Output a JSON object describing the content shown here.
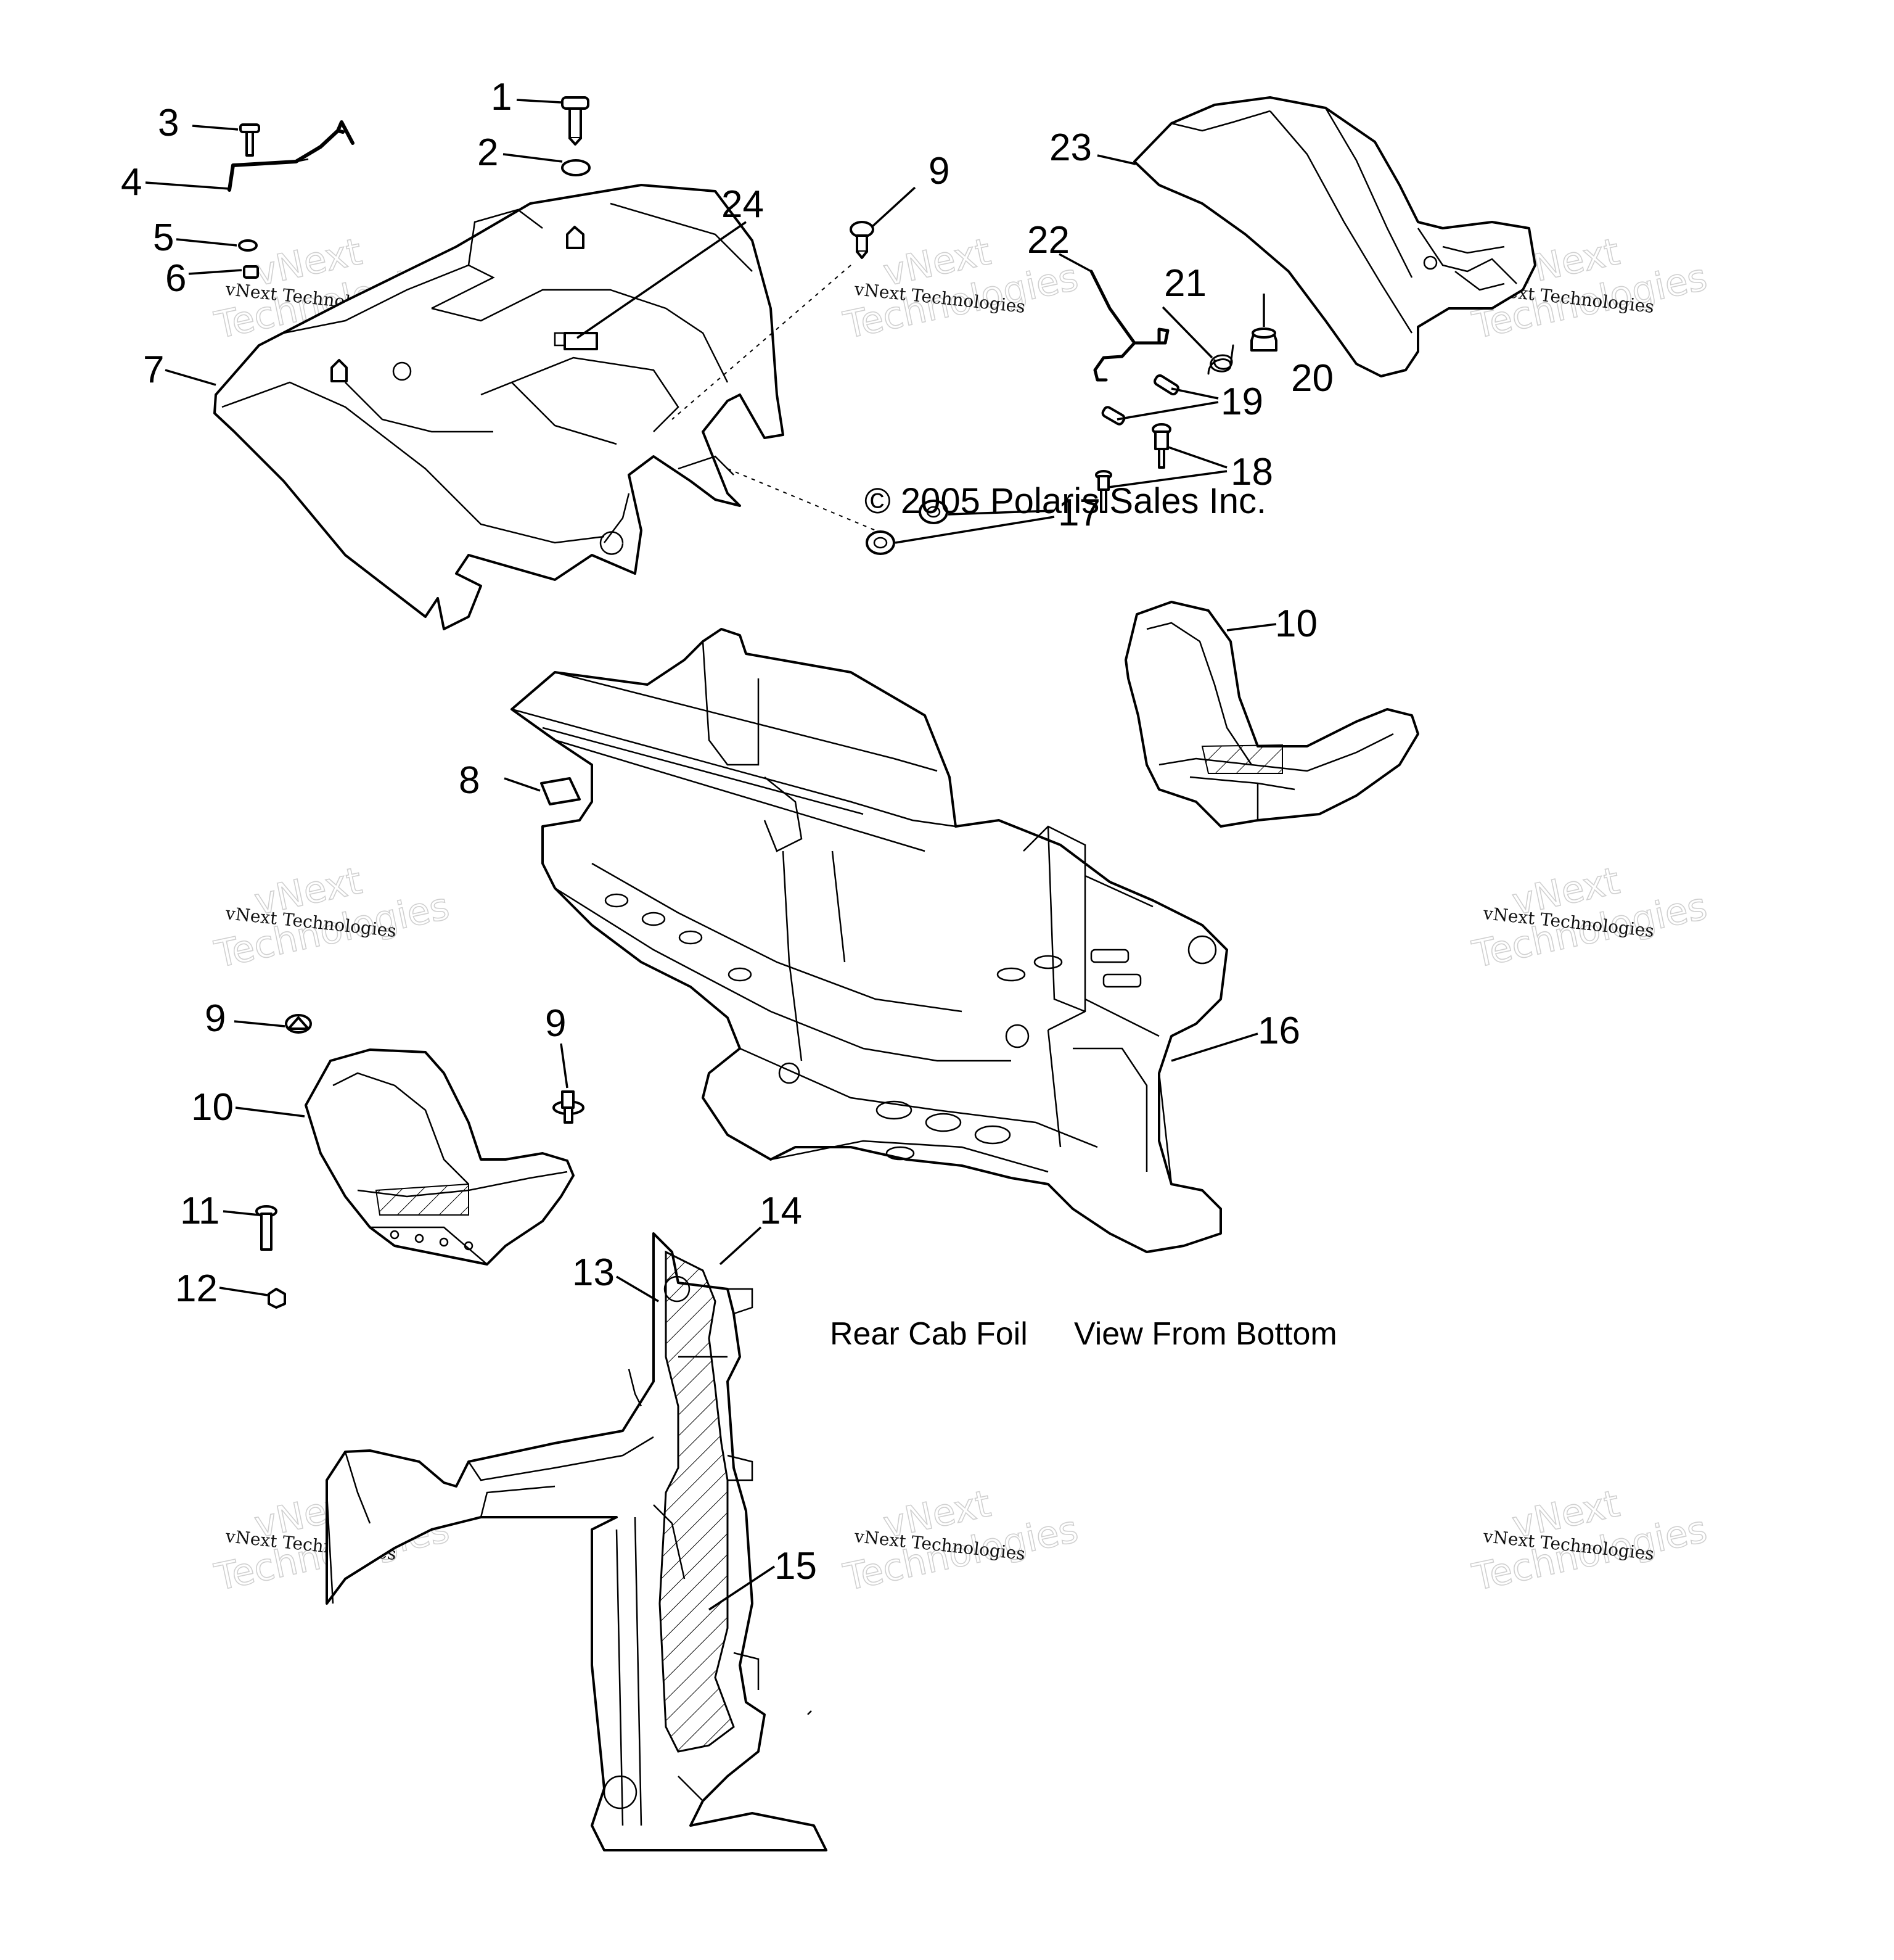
{
  "callouts": [
    {
      "id": "1",
      "label": "1"
    },
    {
      "id": "2",
      "label": "2"
    },
    {
      "id": "3",
      "label": "3"
    },
    {
      "id": "4",
      "label": "4"
    },
    {
      "id": "5",
      "label": "5"
    },
    {
      "id": "6",
      "label": "6"
    },
    {
      "id": "7",
      "label": "7"
    },
    {
      "id": "8",
      "label": "8"
    },
    {
      "id": "9a",
      "label": "9"
    },
    {
      "id": "9b",
      "label": "9"
    },
    {
      "id": "9c",
      "label": "9"
    },
    {
      "id": "10a",
      "label": "10"
    },
    {
      "id": "10b",
      "label": "10"
    },
    {
      "id": "11",
      "label": "11"
    },
    {
      "id": "12",
      "label": "12"
    },
    {
      "id": "13",
      "label": "13"
    },
    {
      "id": "14",
      "label": "14"
    },
    {
      "id": "15",
      "label": "15"
    },
    {
      "id": "16",
      "label": "16"
    },
    {
      "id": "17",
      "label": "17"
    },
    {
      "id": "18",
      "label": "18"
    },
    {
      "id": "19",
      "label": "19"
    },
    {
      "id": "20",
      "label": "20"
    },
    {
      "id": "21",
      "label": "21"
    },
    {
      "id": "22",
      "label": "22"
    },
    {
      "id": "23",
      "label": "23"
    },
    {
      "id": "24",
      "label": "24"
    }
  ],
  "copyright": "© 2005 Polaris Sales Inc.",
  "caption_left": "Rear Cab Foil",
  "caption_right": "View From Bottom",
  "watermark": {
    "brand_line": "vNext",
    "tech_line": "Technologies",
    "small_line": "vNext Technologies"
  }
}
